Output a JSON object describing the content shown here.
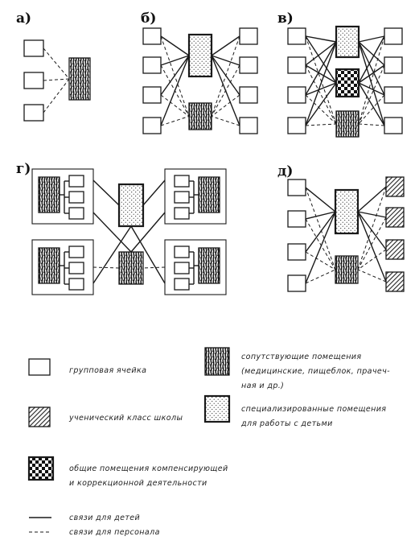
{
  "panels": [
    {
      "id": "a",
      "label": "а)"
    },
    {
      "id": "b",
      "label": "б)"
    },
    {
      "id": "v",
      "label": "в)"
    },
    {
      "id": "g",
      "label": "г)"
    },
    {
      "id": "d",
      "label": "д)"
    }
  ],
  "legend": {
    "group_cell": "групповая ячейка",
    "school_class": "ученический класс школы",
    "auxiliary_line1": "сопутствующие помещения",
    "auxiliary_line2": "(медицинские, пищеблок, прачеч-",
    "auxiliary_line3": "ная и др.)",
    "specialized_line1": "специализированные помещения",
    "specialized_line2": "для работы с детьми",
    "common_line1": "общие помещения компенсирующей",
    "common_line2": "и коррекционной деятельности",
    "children_links": "связи для детей",
    "staff_links": "связи для персонала"
  },
  "colors": {
    "ink": "#1a1a1a",
    "paper": "#ffffff"
  }
}
